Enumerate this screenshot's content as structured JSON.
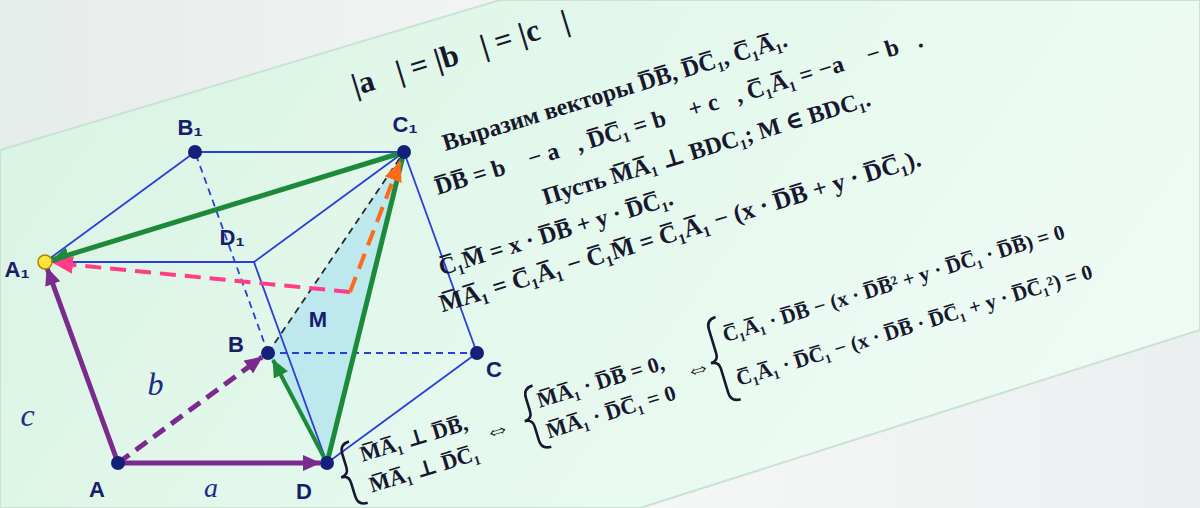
{
  "diagram": {
    "labels": [
      "|a⃗| = |b⃗| = |c⃗|",
      "Выразим векторы D̅B̅, D̅C̅₁, C̅₁A̅₁.",
      "D̅B̅ = b⃗ − a⃗, D̅C̅₁ = b⃗ + c⃗, C̅₁A̅₁ = −a⃗ − b⃗.",
      "Пусть M̅A̅₁ ⊥ BDC₁; M ∈ BDC₁.",
      "C̅₁M̅ = x · D̅B̅ + y · D̅C̅₁.",
      "M̅A̅₁ = C̅₁A̅₁ − C̅₁M̅ = C̅₁A̅₁ − (x · D̅B̅ + y · D̅C̅₁).",
      "M̅A̅₁ ⊥ D̅B̅,",
      "M̅A̅₁ ⊥ D̅C̅₁",
      "⇔",
      "M̅A̅₁ · D̅B̅ = 0,",
      "M̅A̅₁ · D̅C̅₁ = 0",
      "⇔",
      "C̅₁A̅₁ · D̅B̅ − (x · D̅B̅² + y · D̅C̅₁ · D̅B̅) = 0",
      "C̅₁A̅₁ · D̅C̅₁ − (x · D̅B̅ · D̅C̅₁ + y · D̅C̅₁²) = 0",
      "B₁",
      "C₁",
      "A₁",
      "D₁",
      "B",
      "M",
      "C",
      "A",
      "D",
      "c⃗",
      "b⃗",
      "a⃗"
    ]
  }
}
